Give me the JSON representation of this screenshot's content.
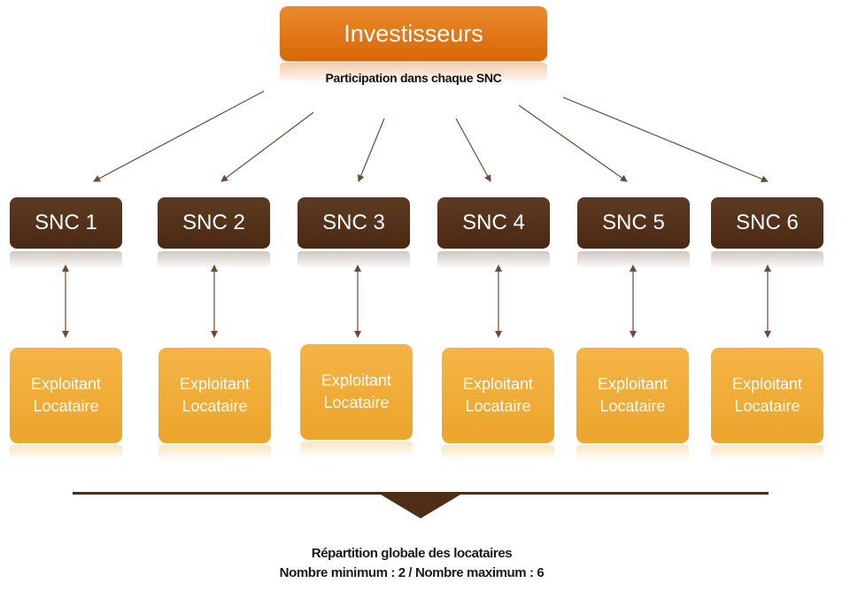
{
  "header": {
    "title": "Investisseurs",
    "subtitle": "Participation dans chaque SNC"
  },
  "snc": [
    {
      "label": "SNC 1",
      "tenant": "Exploitant\nLocataire"
    },
    {
      "label": "SNC 2",
      "tenant": "Exploitant\nLocataire"
    },
    {
      "label": "SNC 3",
      "tenant": "Exploitant\nLocataire"
    },
    {
      "label": "SNC 4",
      "tenant": "Exploitant\nLocataire"
    },
    {
      "label": "SNC 5",
      "tenant": "Exploitant\nLocataire"
    },
    {
      "label": "SNC 6",
      "tenant": "Exploitant\nLocataire"
    }
  ],
  "footer": {
    "line1": "Répartition globale des locataires",
    "line2": "Nombre minimum : 2 / Nombre maximum : 6"
  },
  "colors": {
    "top_box": "#de6e10",
    "snc_box": "#542f18",
    "tenant_box": "#f0aa38",
    "bar": "#4e2e16",
    "arrow": "#6b4a35"
  }
}
